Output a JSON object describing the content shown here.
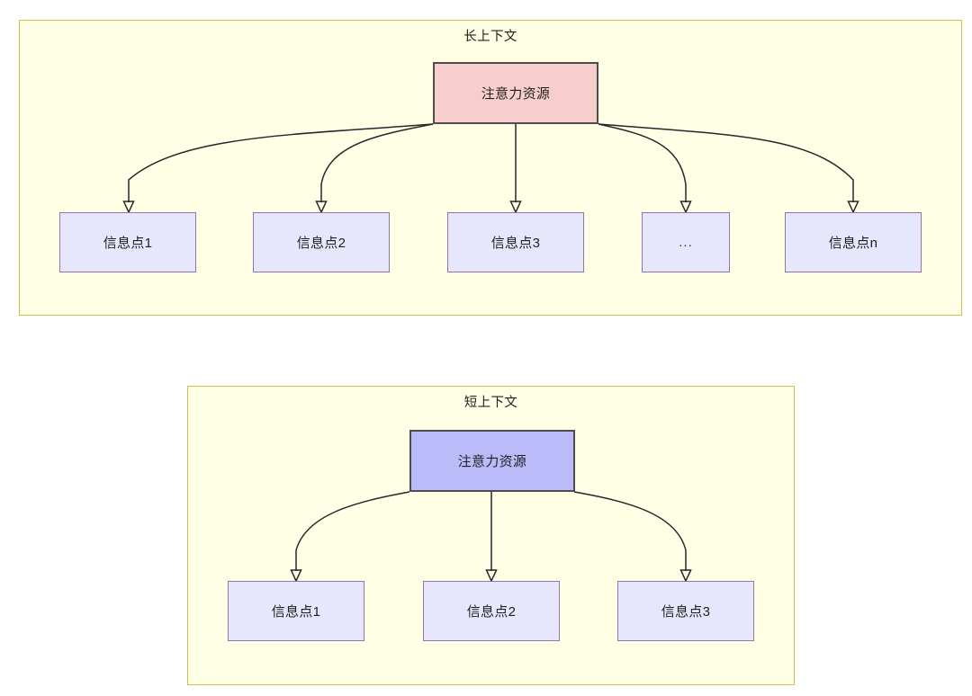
{
  "diagram": {
    "title_long": "长上下文",
    "title_short": "短上下文",
    "accent_container_fill": "#ffffe6",
    "accent_container_stroke": "#ccc14f",
    "attention_long_fill": "#f8cecc",
    "attention_short_fill": "#bbbbf9",
    "info_node_fill": "#e6e6fd",
    "info_node_stroke": "#9673a6",
    "edge_color": "#26262b"
  },
  "long_context": {
    "title": "长上下文",
    "root": {
      "label": "注意力资源"
    },
    "children": [
      {
        "label": "信息点1"
      },
      {
        "label": "信息点2"
      },
      {
        "label": "信息点3"
      },
      {
        "label": "..."
      },
      {
        "label": "信息点n"
      }
    ]
  },
  "short_context": {
    "title": "短上下文",
    "root": {
      "label": "注意力资源"
    },
    "children": [
      {
        "label": "信息点1"
      },
      {
        "label": "信息点2"
      },
      {
        "label": "信息点3"
      }
    ]
  }
}
